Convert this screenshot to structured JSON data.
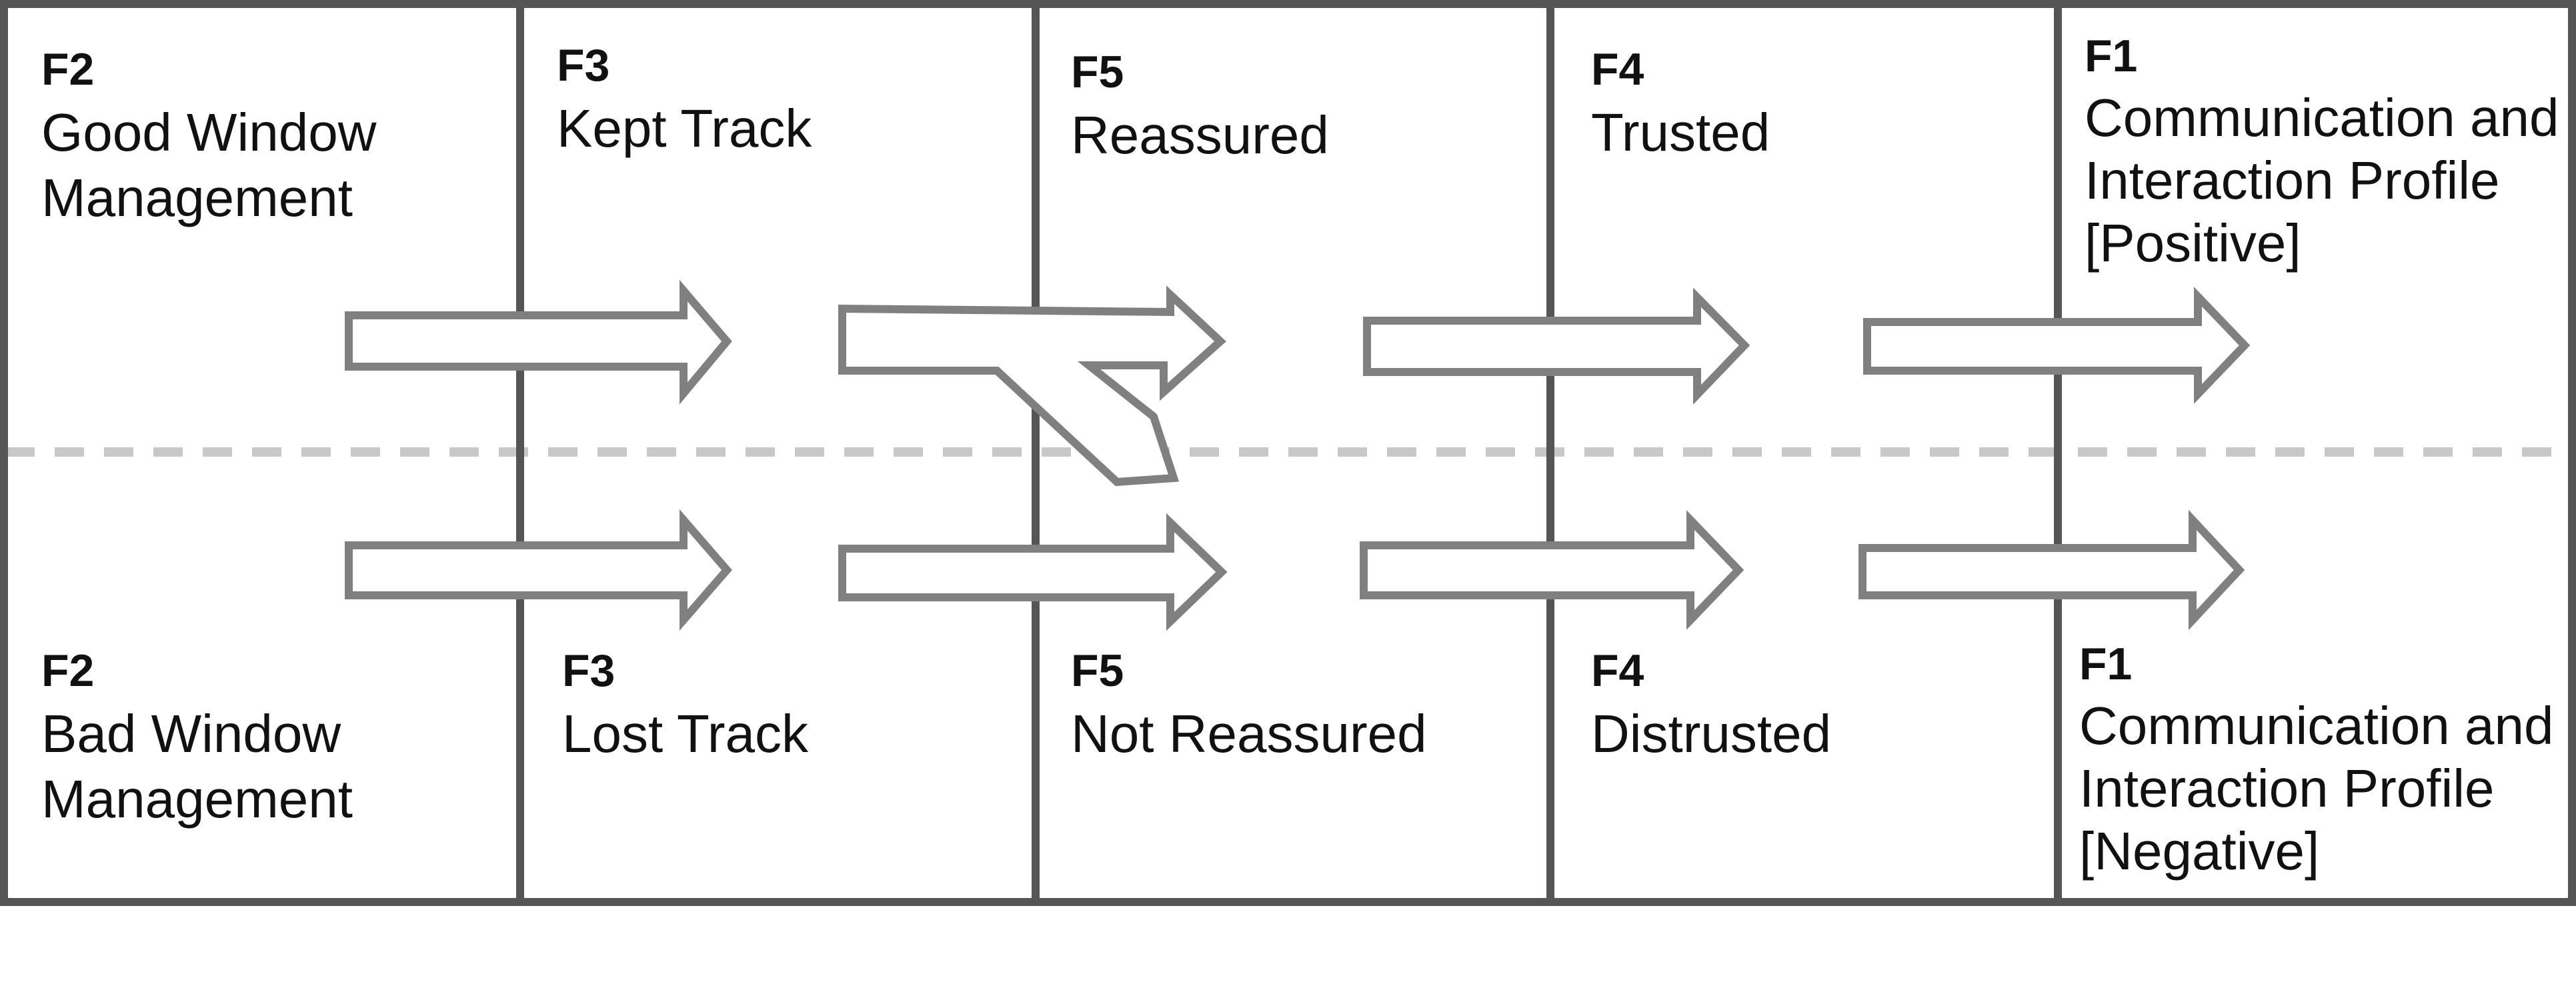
{
  "diagram": {
    "colors": {
      "frame": "#555555",
      "arrow_stroke": "#808080",
      "arrow_fill": "#ffffff",
      "divider": "#c8c8c8",
      "text": "#111111"
    },
    "top_row": [
      {
        "code": "F2",
        "label": "Good Window\nManagement"
      },
      {
        "code": "F3",
        "label": "Kept Track"
      },
      {
        "code": "F5",
        "label": "Reassured"
      },
      {
        "code": "F4",
        "label": "Trusted"
      },
      {
        "code": "F1",
        "label": "Communication and\nInteraction Profile\n[Positive]"
      }
    ],
    "bottom_row": [
      {
        "code": "F2",
        "label": "Bad Window\nManagement"
      },
      {
        "code": "F3",
        "label": "Lost Track"
      },
      {
        "code": "F5",
        "label": "Not Reassured"
      },
      {
        "code": "F4",
        "label": "Distrusted"
      },
      {
        "code": "F1",
        "label": "Communication and\nInteraction Profile\n[Negative]"
      }
    ],
    "transitions": [
      {
        "from": "Good Window Management",
        "to": "Kept Track"
      },
      {
        "from": "Kept Track",
        "to": "Reassured"
      },
      {
        "from": "Kept Track",
        "to": "Not Reassured"
      },
      {
        "from": "Reassured",
        "to": "Trusted"
      },
      {
        "from": "Trusted",
        "to": "Communication and Interaction Profile [Positive]"
      },
      {
        "from": "Bad Window Management",
        "to": "Lost Track"
      },
      {
        "from": "Lost Track",
        "to": "Not Reassured"
      },
      {
        "from": "Not Reassured",
        "to": "Distrusted"
      },
      {
        "from": "Distrusted",
        "to": "Communication and Interaction Profile [Negative]"
      }
    ]
  }
}
